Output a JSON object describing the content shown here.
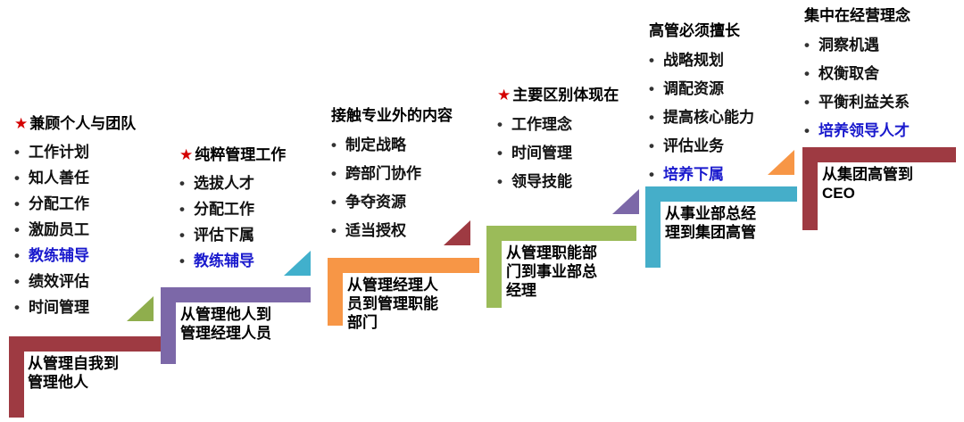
{
  "colors": {
    "highlight": "#1a1acd",
    "star": "#d40000"
  },
  "steps": [
    {
      "header": "兼顾个人与团队",
      "star": "★",
      "bullets": [
        {
          "text": "工作计划",
          "em": false
        },
        {
          "text": "知人善任",
          "em": false
        },
        {
          "text": "分配工作",
          "em": false
        },
        {
          "text": "激励员工",
          "em": false
        },
        {
          "text": "教练辅导",
          "em": true
        },
        {
          "text": "绩效评估",
          "em": false
        },
        {
          "text": "时间管理",
          "em": false
        }
      ],
      "label_lines": [
        "从管理自我到",
        "管理他人"
      ],
      "color": "#9e3a42",
      "triangle_color": "#8fae4d"
    },
    {
      "header": "纯粹管理工作",
      "star": "★",
      "bullets": [
        {
          "text": "选拔人才",
          "em": false
        },
        {
          "text": "分配工作",
          "em": false
        },
        {
          "text": "评估下属",
          "em": false
        },
        {
          "text": "教练辅导",
          "em": true
        }
      ],
      "label_lines": [
        "从管理他人到",
        "管理经理人员"
      ],
      "color": "#7c68a8",
      "triangle_color": "#41b0cc"
    },
    {
      "header": "接触专业外的内容",
      "bullets": [
        {
          "text": "制定战略",
          "em": false
        },
        {
          "text": "跨部门协作",
          "em": false
        },
        {
          "text": "争夺资源",
          "em": false
        },
        {
          "text": "适当授权",
          "em": false
        }
      ],
      "label_lines": [
        "从管理经理人",
        "员到管理职能",
        "部门"
      ],
      "color": "#f79646",
      "triangle_color": "#9e3a42"
    },
    {
      "header": "主要区别体现在",
      "star": "★",
      "bullets": [
        {
          "text": "工作理念",
          "em": false
        },
        {
          "text": "时间管理",
          "em": false
        },
        {
          "text": "领导技能",
          "em": false
        }
      ],
      "label_lines": [
        "从管理职能部",
        "门到事业部总",
        "经理"
      ],
      "color": "#9bbb59",
      "triangle_color": "#7c68a8"
    },
    {
      "header": "高管必须擅长",
      "bullets": [
        {
          "text": "战略规划",
          "em": false
        },
        {
          "text": "调配资源",
          "em": false
        },
        {
          "text": "提高核心能力",
          "em": false
        },
        {
          "text": "评估业务",
          "em": false
        },
        {
          "text": "培养下属",
          "em": true
        }
      ],
      "label_lines": [
        "从事业部总经",
        "理到集团高管"
      ],
      "color": "#45aec9",
      "triangle_color": "#f79646"
    },
    {
      "header": "集中在经营理念",
      "bullets": [
        {
          "text": "洞察机遇",
          "em": false
        },
        {
          "text": "权衡取舍",
          "em": false
        },
        {
          "text": "平衡利益关系",
          "em": false
        },
        {
          "text": "培养领导人才",
          "em": true
        }
      ],
      "label_lines": [
        "从集团高管到",
        "CEO"
      ],
      "color": "#9e3a42"
    }
  ]
}
